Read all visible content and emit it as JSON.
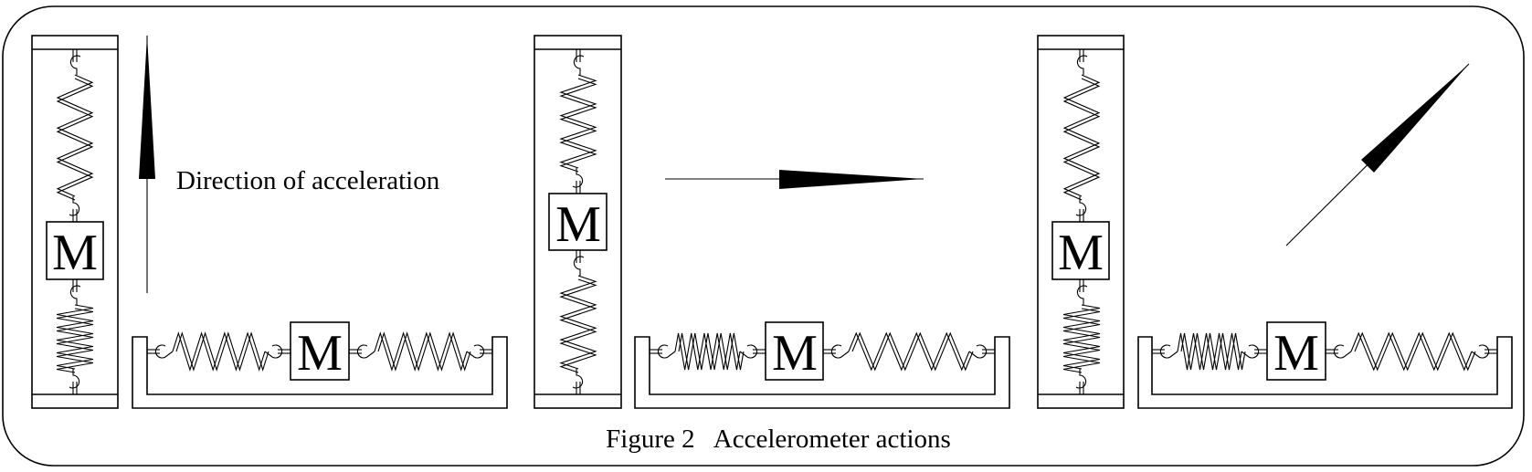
{
  "figure": {
    "caption": "Figure 2   Accelerometer actions",
    "direction_label": "Direction of acceleration",
    "mass_symbol": "M",
    "colors": {
      "line": "#000000",
      "background": "#ffffff"
    }
  },
  "panels": [
    {
      "name": "upward-acceleration",
      "arrow_direction": "up",
      "vertical_unit": {
        "upper_spring": "extended",
        "lower_spring": "compressed",
        "mass_label": "M"
      },
      "horizontal_unit": {
        "left_spring": "neutral",
        "right_spring": "neutral",
        "mass_label": "M"
      }
    },
    {
      "name": "rightward-acceleration",
      "arrow_direction": "right",
      "vertical_unit": {
        "upper_spring": "neutral",
        "lower_spring": "neutral",
        "mass_label": "M"
      },
      "horizontal_unit": {
        "left_spring": "compressed",
        "right_spring": "extended",
        "mass_label": "M"
      }
    },
    {
      "name": "diagonal-acceleration",
      "arrow_direction": "up-right",
      "vertical_unit": {
        "upper_spring": "extended",
        "lower_spring": "compressed",
        "mass_label": "M"
      },
      "horizontal_unit": {
        "left_spring": "compressed",
        "right_spring": "extended",
        "mass_label": "M"
      }
    }
  ]
}
